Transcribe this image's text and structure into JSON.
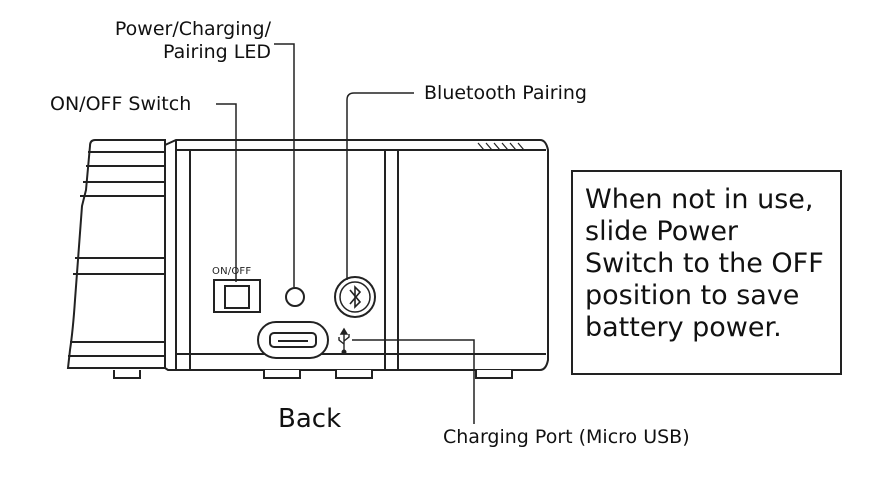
{
  "callouts": {
    "led": [
      "Power/Charging/",
      "Pairing LED"
    ],
    "onoff": "ON/OFF Switch",
    "bluetooth": "Bluetooth Pairing",
    "charging": "Charging Port (Micro USB)"
  },
  "device": {
    "switch_print": "ON/OFF",
    "view_label": "Back"
  },
  "note": "When not in use, slide Power Switch to the OFF position to save battery power.",
  "colors": {
    "line": "#222222",
    "fill": "#ffffff"
  },
  "icons": [
    "bluetooth-icon",
    "usb-icon"
  ]
}
